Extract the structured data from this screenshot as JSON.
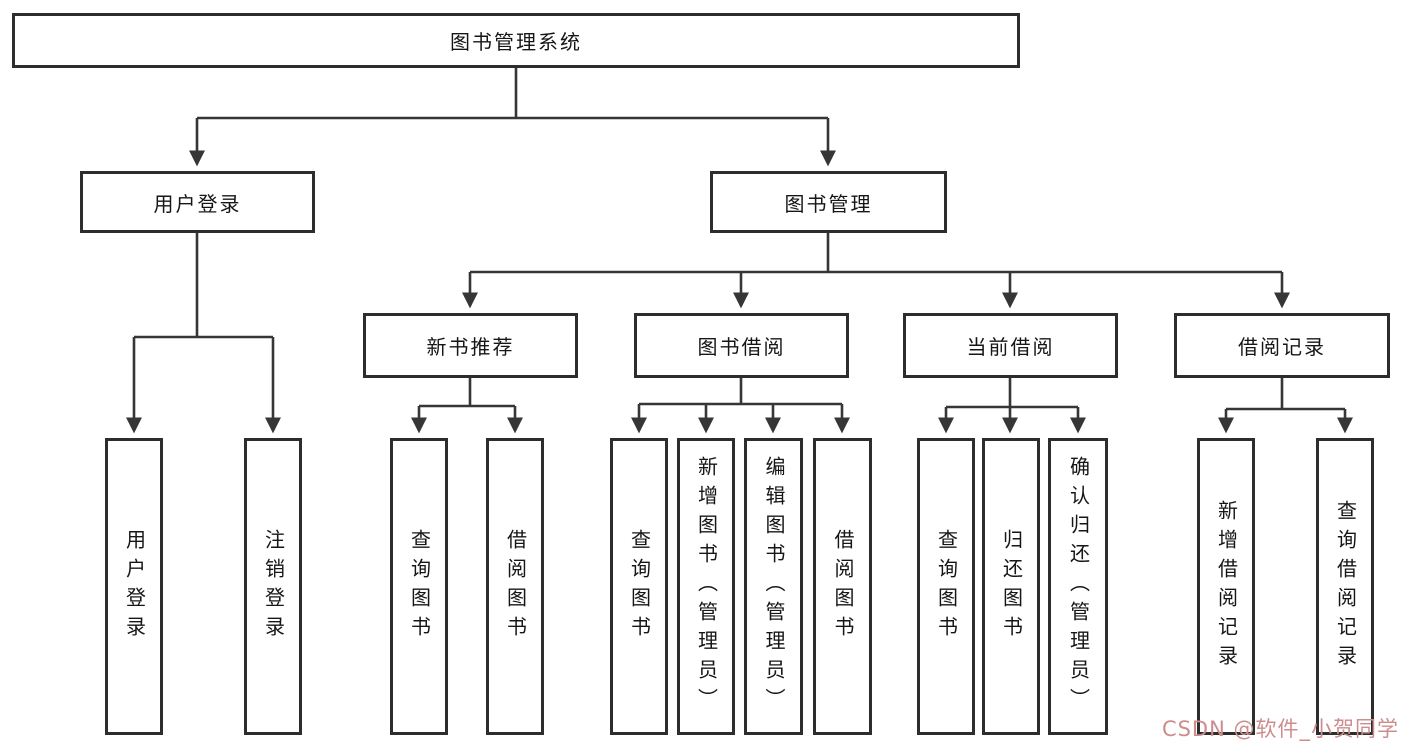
{
  "diagram": {
    "title": "图书管理系统",
    "colors": {
      "line": "#363636",
      "box_border": "#2d2d2d",
      "box_fill": "#ffffff",
      "text": "#161616",
      "watermark": "#cd8d8d"
    }
  },
  "tree": {
    "root": {
      "label": "图书管理系统"
    },
    "branches": [
      {
        "label": "用户登录",
        "children": [
          {
            "label": "用户登录"
          },
          {
            "label": "注销登录"
          }
        ]
      },
      {
        "label": "图书管理",
        "children": [
          {
            "label": "新书推荐",
            "children": [
              {
                "label": "查询图书"
              },
              {
                "label": "借阅图书"
              }
            ]
          },
          {
            "label": "图书借阅",
            "children": [
              {
                "label": "查询图书"
              },
              {
                "label": "新增图书（管理员）"
              },
              {
                "label": "编辑图书（管理员）"
              },
              {
                "label": "借阅图书"
              }
            ]
          },
          {
            "label": "当前借阅",
            "children": [
              {
                "label": "查询图书"
              },
              {
                "label": "归还图书"
              },
              {
                "label": "确认归还（管理员）"
              }
            ]
          },
          {
            "label": "借阅记录",
            "children": [
              {
                "label": "新增借阅记录"
              },
              {
                "label": "查询借阅记录"
              }
            ]
          }
        ]
      }
    ]
  },
  "watermark": {
    "text": "CSDN @软件_小贺同学"
  }
}
